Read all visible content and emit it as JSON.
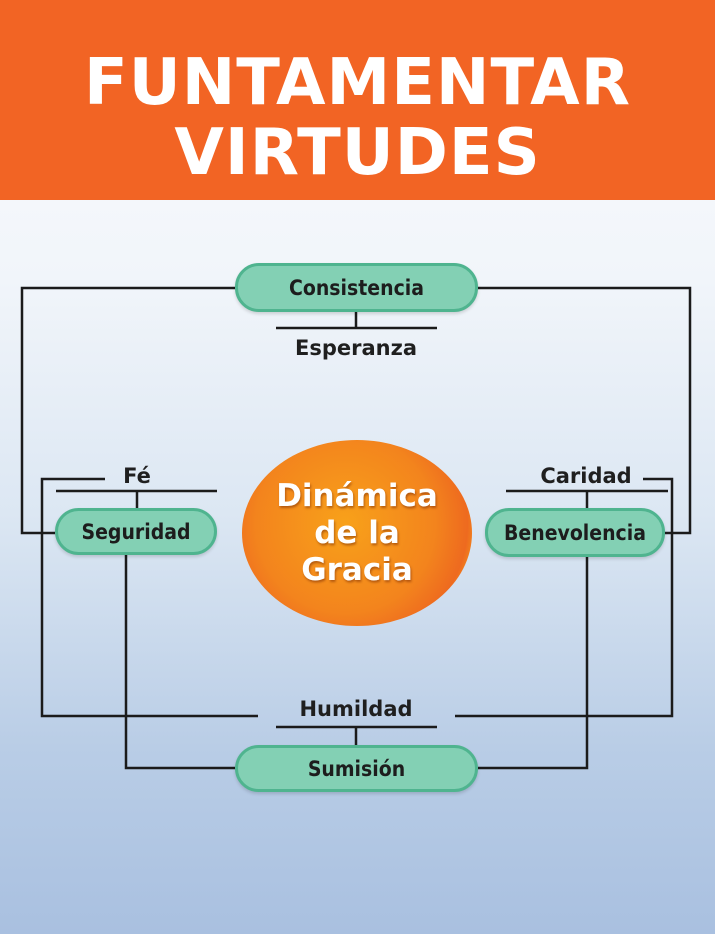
{
  "header": {
    "title_line1": "FUNTAMENTAR",
    "title_line2": "VIRTUDES"
  },
  "colors": {
    "header": "#f26424",
    "pill": "#83d0b4",
    "pill_border": "#4fb48f",
    "center": "#f3841d",
    "line": "#1b1b1b"
  },
  "diagram": {
    "center": {
      "line1": "Dinámica",
      "line2": "de la",
      "line3": "Gracia"
    },
    "nodes": {
      "top": "Consistencia",
      "left": "Seguridad",
      "right": "Benevolencia",
      "bottom": "Sumisión"
    },
    "labels": {
      "esperanza": "Esperanza",
      "fe": "Fé",
      "caridad": "Caridad",
      "humildad": "Humildad"
    }
  }
}
